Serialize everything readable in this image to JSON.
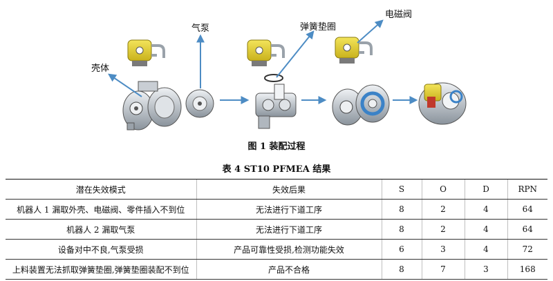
{
  "figure": {
    "callouts": {
      "shell": "壳体",
      "air_pump": "气泵",
      "spring_washer": "弹簧垫圈",
      "solenoid_valve": "电磁阀"
    },
    "colors": {
      "arrow": "#4d8cc4",
      "gripper_yellow": "#e8d42e",
      "metal": "#b9c0c8",
      "pump_blue": "#3b82c7",
      "red_part": "#c0392b"
    },
    "caption": "图 1   装配过程"
  },
  "table": {
    "caption": "表 4   ST10 PFMEA 结果",
    "headers": [
      "潜在失效模式",
      "失效后果",
      "S",
      "O",
      "D",
      "RPN"
    ],
    "rows": [
      [
        "机器人 1 漏取外壳、电磁阀、零件插入不到位",
        "无法进行下道工序",
        "8",
        "2",
        "4",
        "64"
      ],
      [
        "机器人 2 漏取气泵",
        "无法进行下道工序",
        "8",
        "2",
        "4",
        "64"
      ],
      [
        "设备对中不良,气泵受损",
        "产品可靠性受损,检测功能失效",
        "6",
        "3",
        "4",
        "72"
      ],
      [
        "上料装置无法抓取弹簧垫圈,弹簧垫圈装配不到位",
        "产品不合格",
        "8",
        "7",
        "3",
        "168"
      ]
    ]
  }
}
